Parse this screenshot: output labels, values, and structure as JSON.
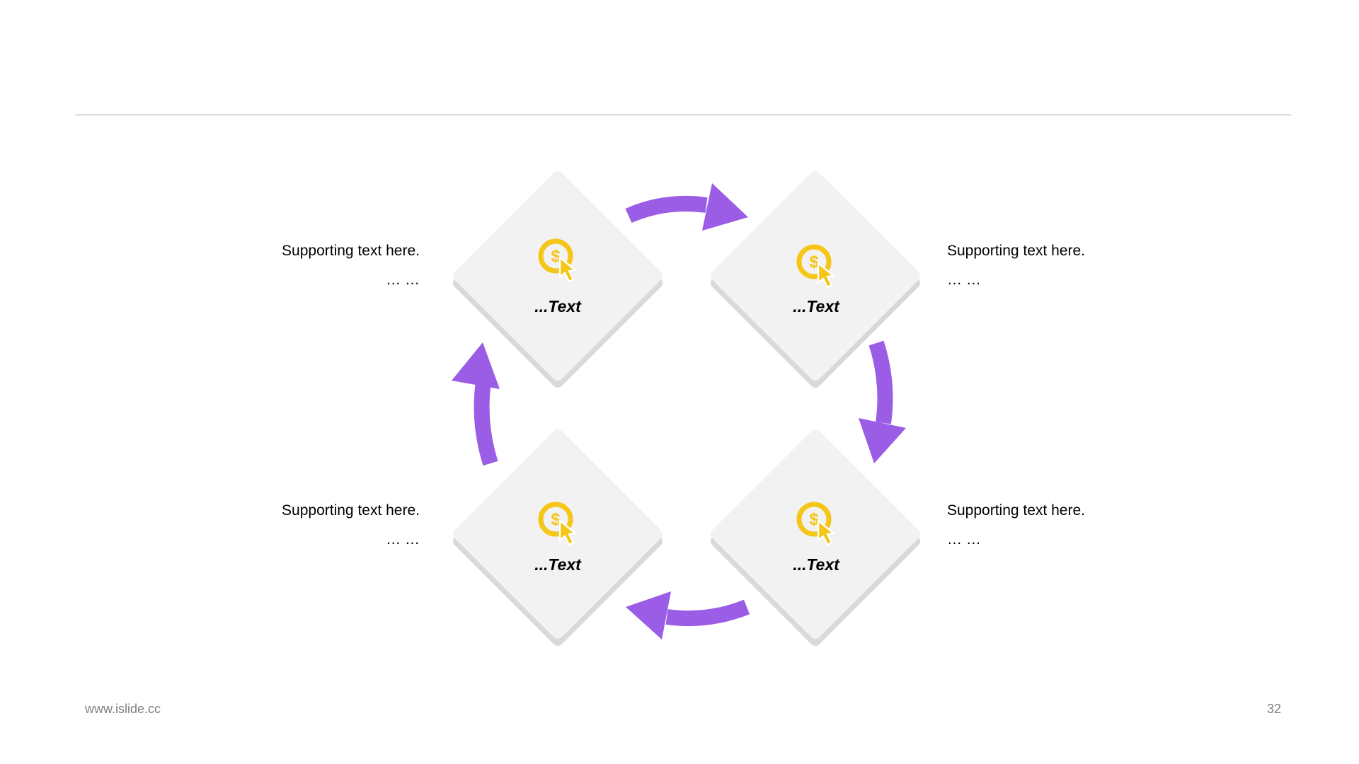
{
  "nodes": [
    {
      "label": "...Text",
      "icon": "dollar-cursor-icon"
    },
    {
      "label": "...Text",
      "icon": "dollar-cursor-icon"
    },
    {
      "label": "...Text",
      "icon": "dollar-cursor-icon"
    },
    {
      "label": "...Text",
      "icon": "dollar-cursor-icon"
    }
  ],
  "supporting": [
    {
      "text": "Supporting  text here.",
      "ellipsis": "… …"
    },
    {
      "text": "Supporting  text here.",
      "ellipsis": "… …"
    },
    {
      "text": "Supporting  text here.",
      "ellipsis": "… …"
    },
    {
      "text": "Supporting  text here.",
      "ellipsis": "… …"
    }
  ],
  "footer": {
    "url": "www.islide.cc",
    "page_number": "32"
  },
  "colors": {
    "arrow": "#9b5de5",
    "icon": "#f5c518",
    "card": "#f2f2f2",
    "card_shadow": "#d9d9d9",
    "divider": "#a6a6a6",
    "footer_text": "#7f7f7f"
  }
}
